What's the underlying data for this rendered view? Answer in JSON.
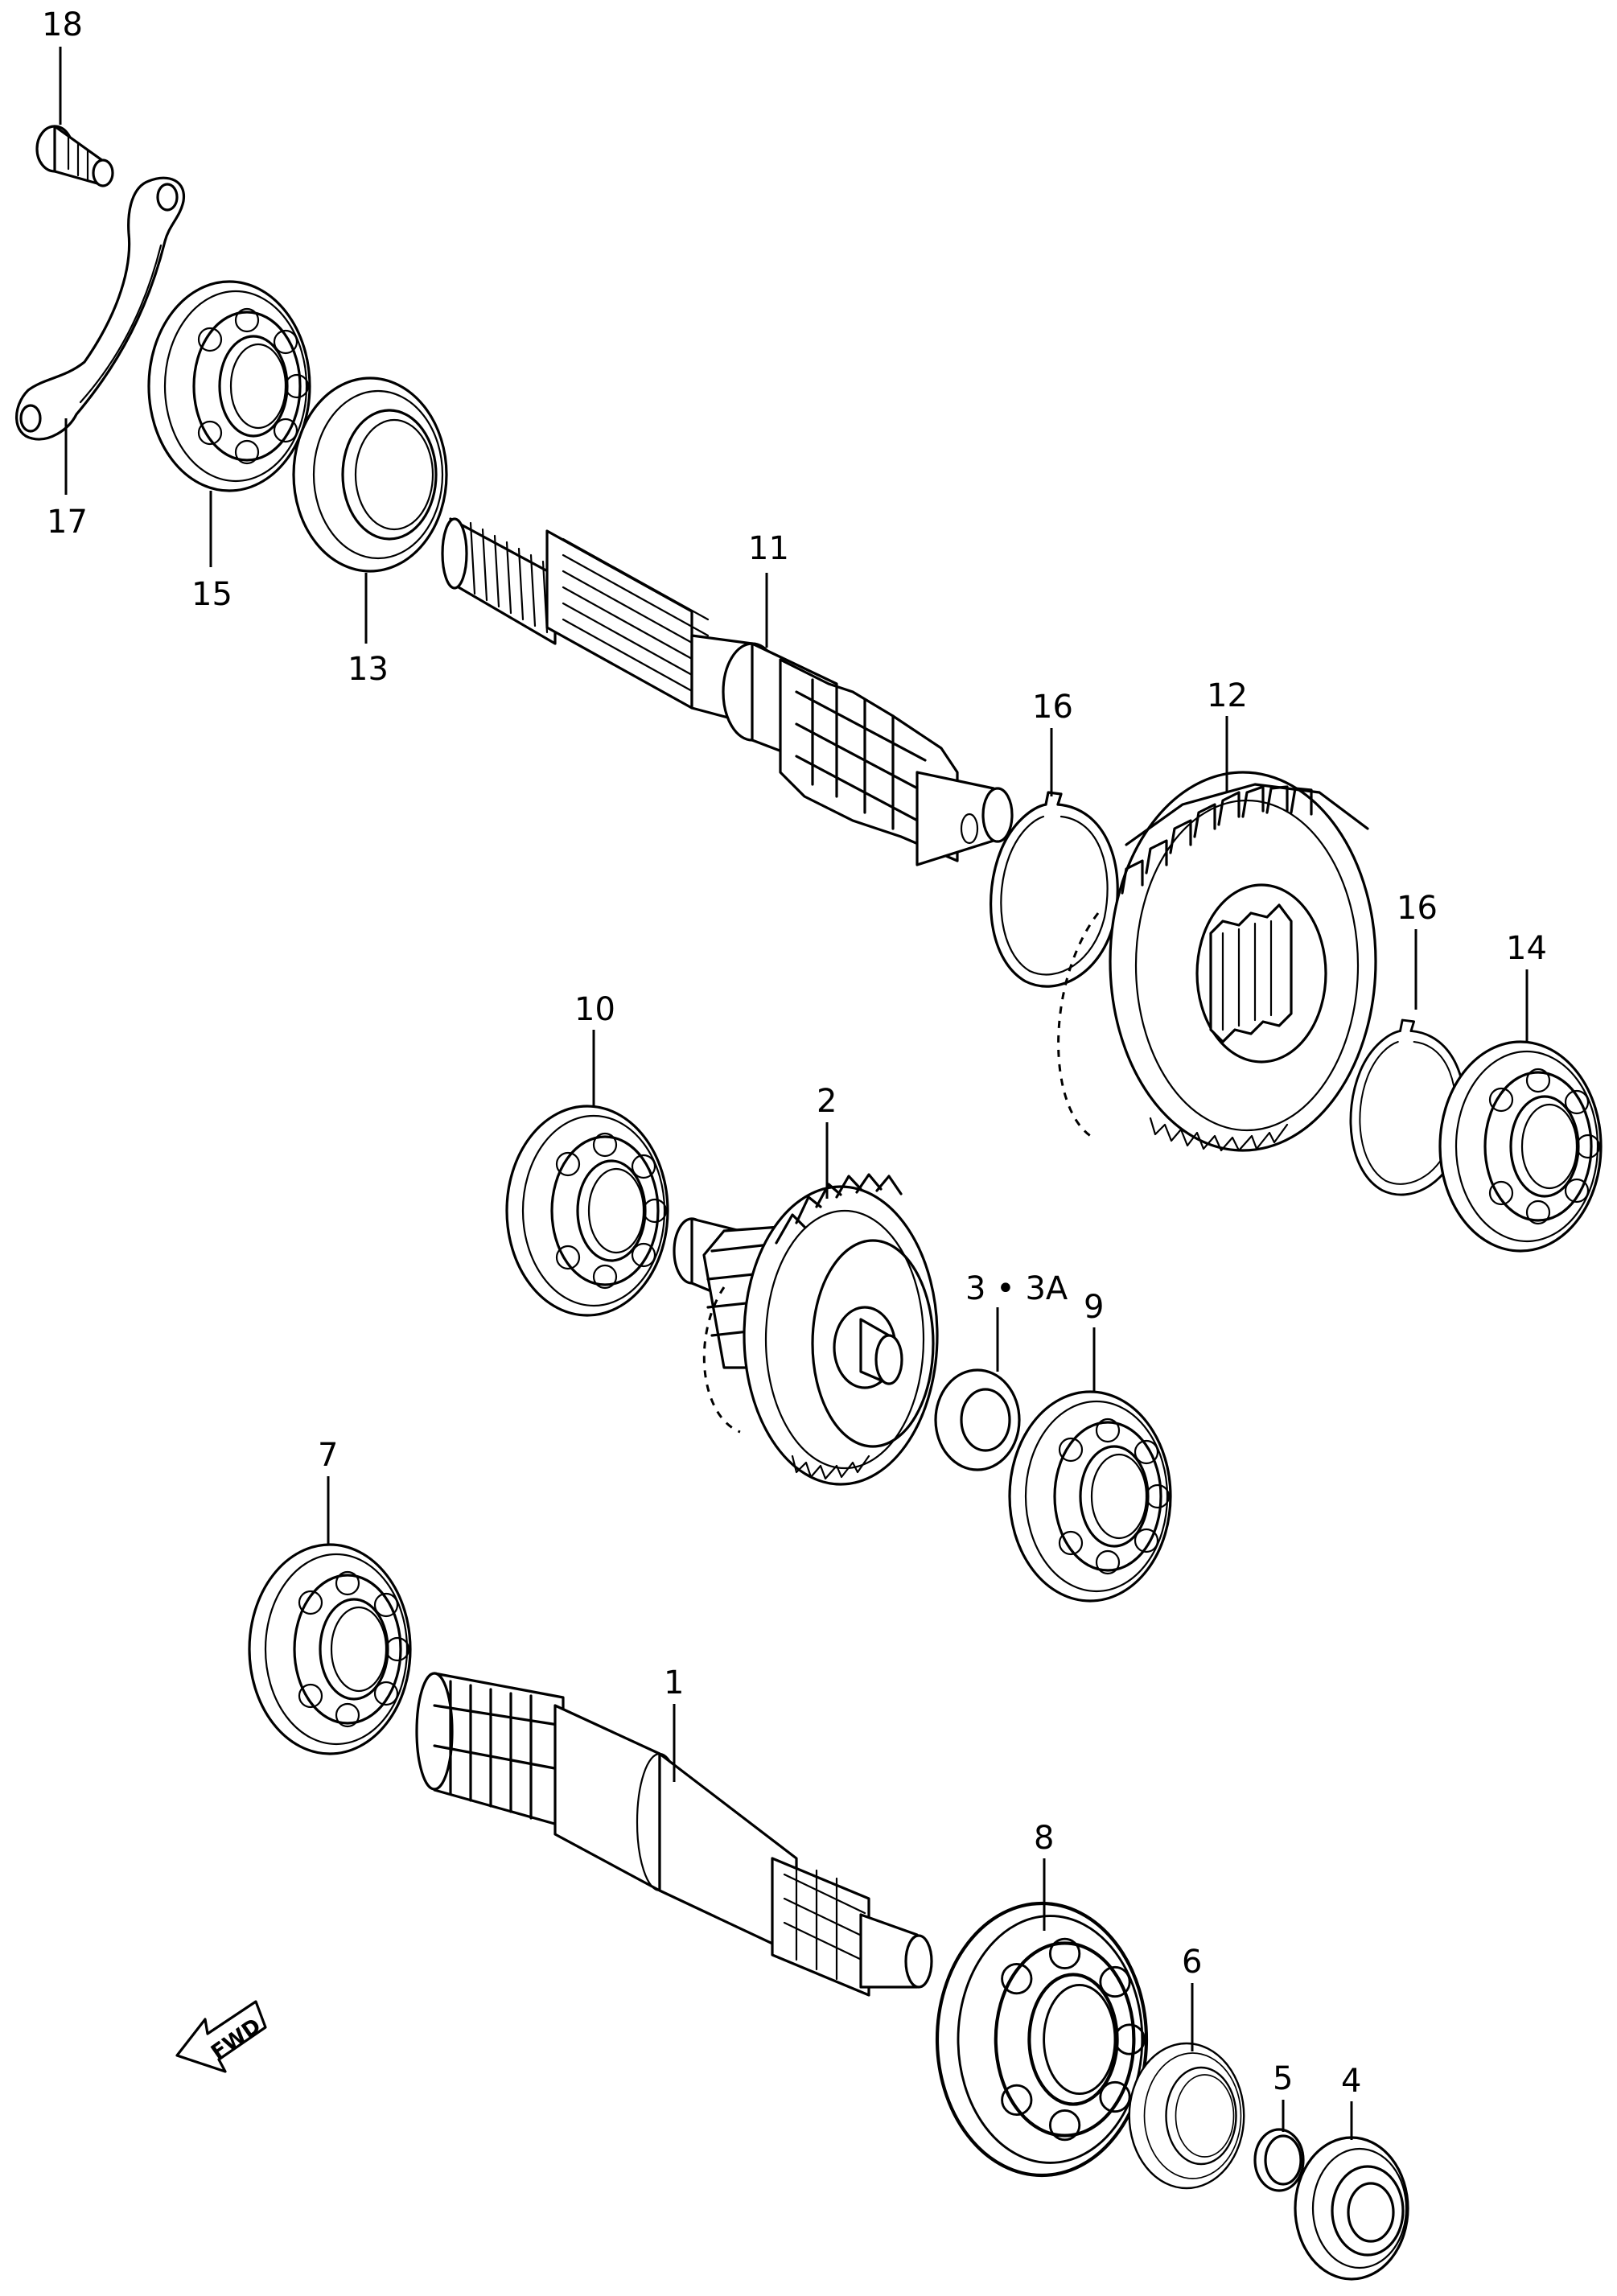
{
  "callouts": {
    "c18": "18",
    "c17": "17",
    "c15": "15",
    "c13": "13",
    "c11": "11",
    "c16a": "16",
    "c12": "12",
    "c16b": "16",
    "c14": "14",
    "c10": "10",
    "c2": "2",
    "c3": "3 • 3A",
    "c9": "9",
    "c7": "7",
    "c1": "1",
    "c8": "8",
    "c6": "6",
    "c5": "5",
    "c4": "4"
  },
  "direction_marker": {
    "text": "FWD",
    "icon": "arrow-left-down"
  },
  "colors": {
    "line": "#000000",
    "background": "#ffffff"
  }
}
